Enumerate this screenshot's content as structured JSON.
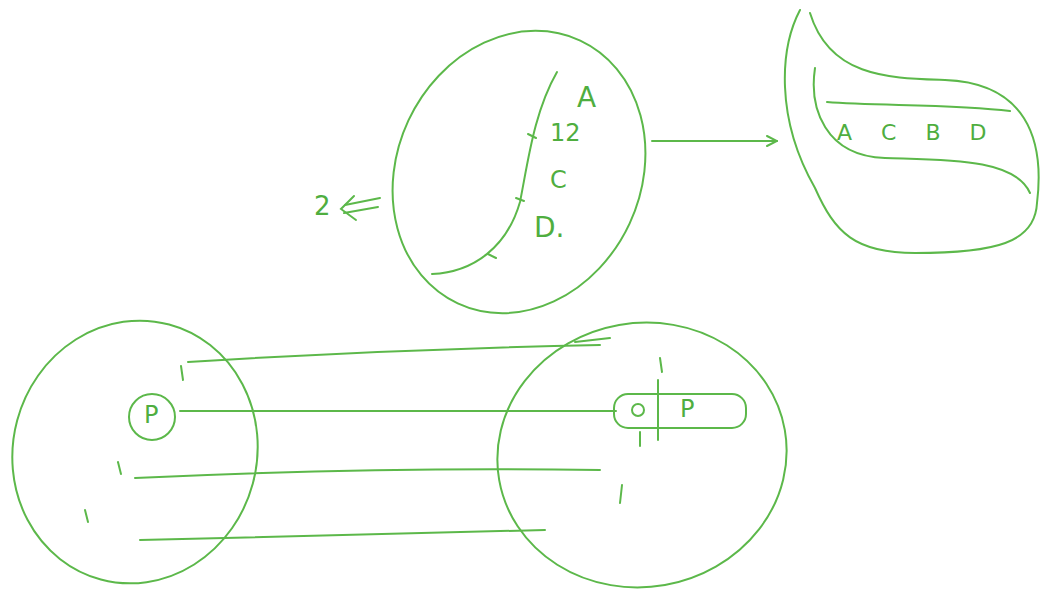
{
  "diagram": {
    "nodes": [
      {
        "text": [
          "A",
          "12",
          "C",
          "D."
        ]
      },
      {
        "text": [
          "A C B D"
        ]
      },
      {
        "text": [
          "P"
        ]
      },
      {
        "text": [
          "P"
        ]
      }
    ],
    "edges": [
      {
        "from": 0,
        "to": 1,
        "arrow": "to"
      },
      {
        "from": 2,
        "to": 3,
        "arrow": "none"
      }
    ],
    "labels": [
      "2"
    ]
  }
}
